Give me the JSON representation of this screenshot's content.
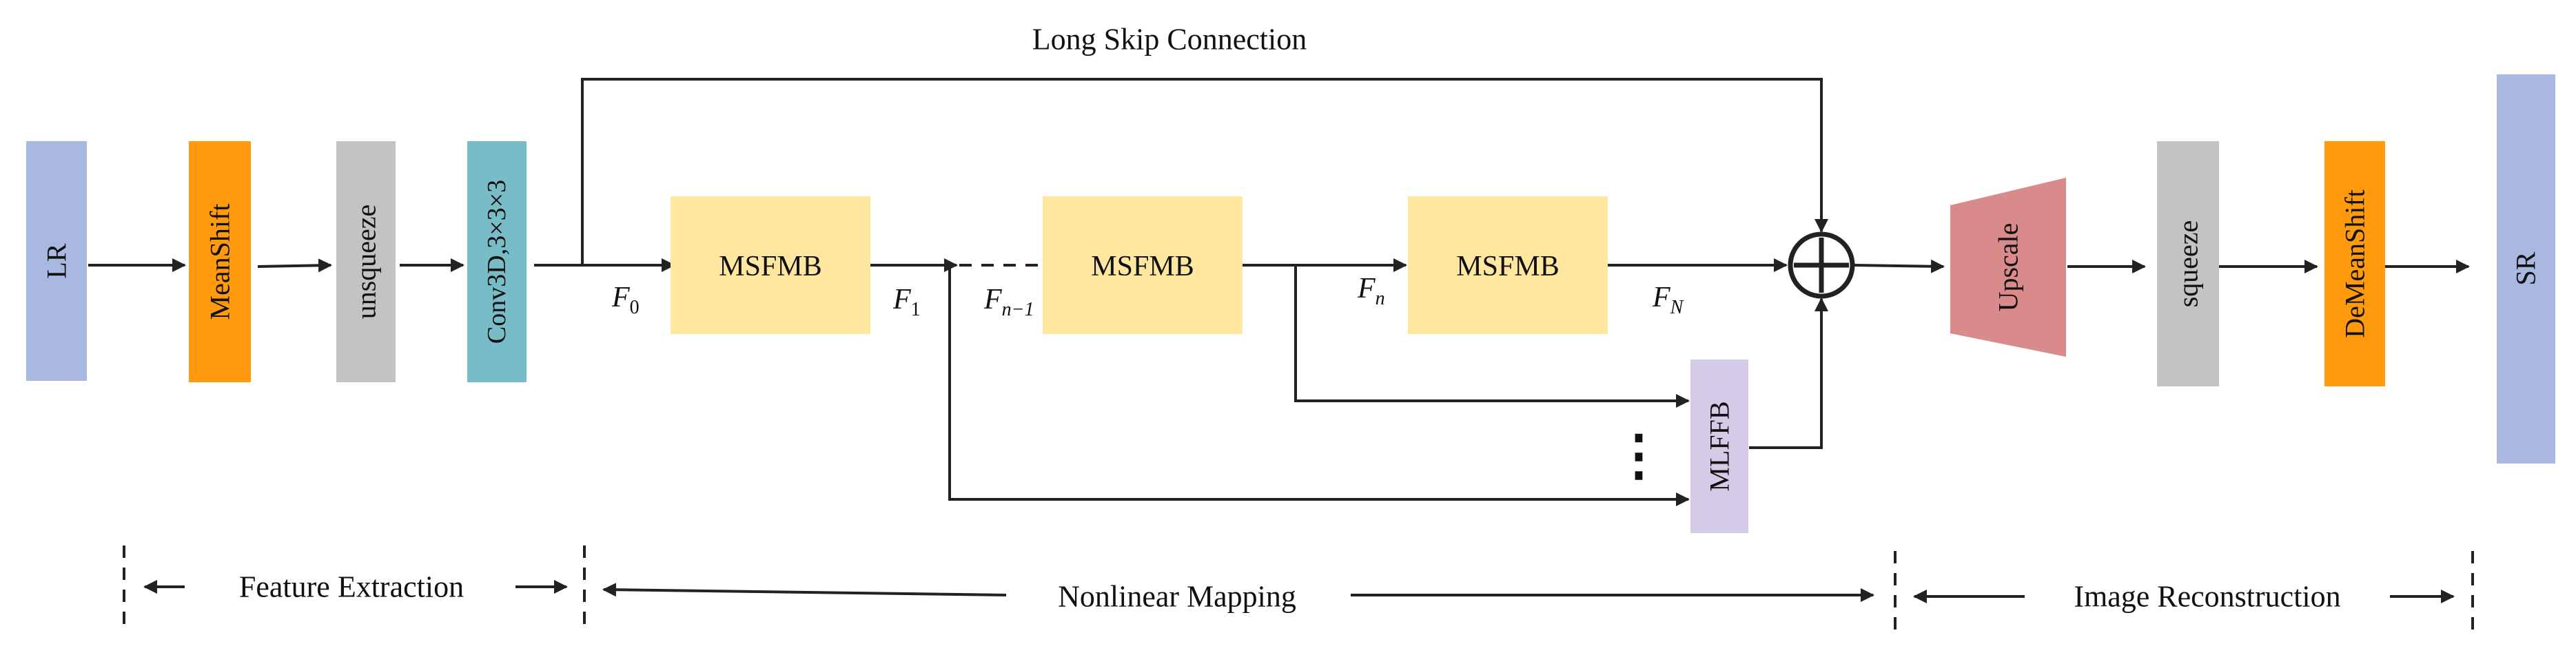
{
  "blocks": {
    "lr": "LR",
    "meanshift": "MeanShift",
    "unsqueeze": "unsqueeze",
    "conv3d": "Conv3D,3×3×3",
    "msfmb1": "MSFMB",
    "msfmb2": "MSFMB",
    "msfmb3": "MSFMB",
    "mlffb": "MLFFB",
    "upscale": "Upscale",
    "squeeze": "squeeze",
    "demeanshift": "DeMeanShift",
    "sr": "SR"
  },
  "features": {
    "f0": {
      "base": "F",
      "sub": "0"
    },
    "f1": {
      "base": "F",
      "sub": "1"
    },
    "fn1": {
      "base": "F",
      "sub": "n−1"
    },
    "fn": {
      "base": "F",
      "sub": "n"
    },
    "fN": {
      "base": "F",
      "sub": "N"
    }
  },
  "long_skip_label": "Long Skip Connection",
  "ellipsis": "⋮",
  "stages": {
    "feature_extraction": "Feature Extraction",
    "nonlinear_mapping": "Nonlinear Mapping",
    "image_reconstruction": "Image Reconstruction"
  },
  "colors": {
    "lr_sr": "#a9b8e0",
    "meanshift": "#ff9a0d",
    "squeeze": "#c3c3c3",
    "conv": "#78bcc8",
    "msfmb": "#ffe7a0",
    "mlffb": "#d6cbe6",
    "upscale": "#d98a8a"
  }
}
